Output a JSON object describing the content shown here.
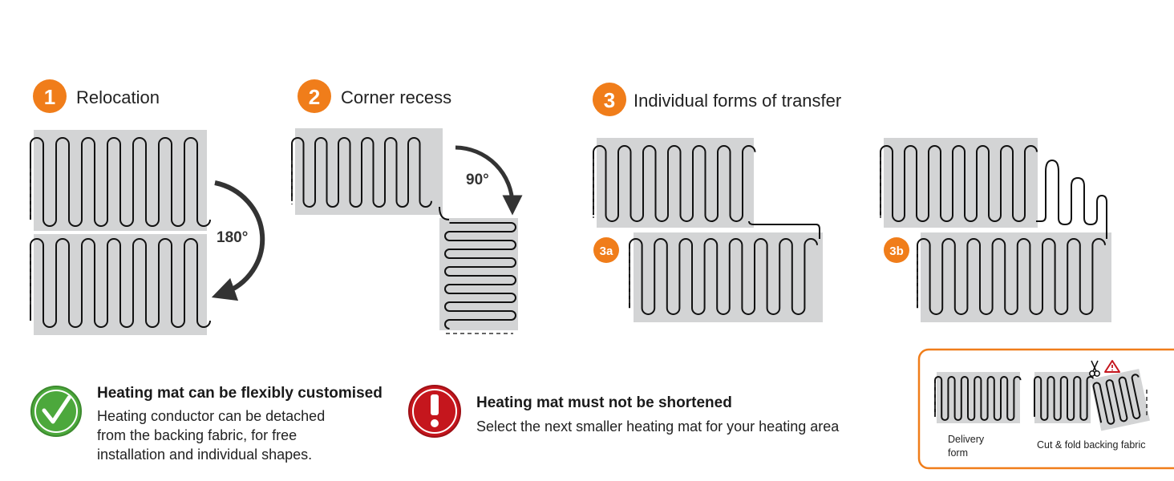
{
  "steps": [
    {
      "number": "1",
      "title": "Relocation",
      "angle": "180°"
    },
    {
      "number": "2",
      "title": "Corner recess",
      "angle": "90°"
    },
    {
      "number": "3",
      "title": "Individual forms of transfer",
      "sub_a": "3a",
      "sub_b": "3b"
    }
  ],
  "info_ok": {
    "title": "Heating mat can be flexibly customised",
    "lines": [
      "Heating conductor can be detached",
      "from the backing fabric, for free",
      "installation and individual shapes."
    ]
  },
  "info_warn": {
    "title": "Heating mat must not be shortened",
    "lines": [
      "Select the next smaller heating mat for your heating area"
    ]
  },
  "inset": {
    "delivery_lines": [
      "Delivery",
      "form"
    ],
    "cut_label": "Cut & fold backing fabric"
  },
  "colors": {
    "accent": "#f07d1a",
    "ok": "#4ca83c",
    "warn": "#c5161d",
    "mat": "#d3d4d5"
  },
  "icons": [
    "checkmark-icon",
    "exclamation-icon",
    "scissors-icon",
    "warning-triangle-icon",
    "rotate-arrow-icon"
  ]
}
